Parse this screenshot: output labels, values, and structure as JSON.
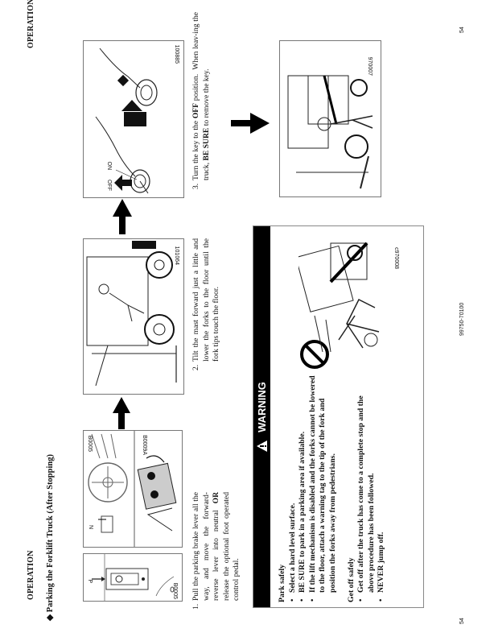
{
  "header": {
    "left": "OPERATION",
    "right": "OPERATION"
  },
  "section_title": "Parking the Forklift Truck (After Stopping)",
  "figures": {
    "fig1": {
      "label": "B0005",
      "lever_label": "P"
    },
    "fig2_top": {
      "label": "B0005",
      "lever_label": "N"
    },
    "fig2_bottom": {
      "label": "B0009A"
    },
    "fig3": {
      "label": "101064"
    },
    "fig4": {
      "label": "100885",
      "off_label": "OFF",
      "on_label": "ON"
    },
    "fig5": {
      "label": "970007"
    },
    "warning_fig": {
      "label": "c970008"
    }
  },
  "steps": [
    {
      "num": "1.",
      "text_html": "Pull the parking brake lever all the way, and move the forward-reverse lever into neutral <b>OR</b> release the optional foot operated control pedal."
    },
    {
      "num": "2.",
      "text_html": "Tilt the mast forward just a little and lower the forks to the floor until the fork tips touch the floor."
    },
    {
      "num": "3.",
      "text_html": "Turn the key to the <b>OFF</b> position.&nbsp; When leav-ing the truck, <b>BE SURE</b> to remove the key."
    }
  ],
  "warning": {
    "title": "WARNING",
    "park_heading": "Park safely",
    "park_items": [
      "Select a hard level surface.",
      "BE SURE to park in a parking area if available.",
      "If the lift mechanism is disabled and the forks cannot be lowered to the floor, attach a warning tag to the tip of the fork and position the forks away from pedestrians."
    ],
    "getoff_heading": "Get off safely",
    "getoff_items": [
      "Get off after the truck has come to a complete stop and the above procedure has been followed.",
      "NEVER jump off."
    ]
  },
  "footer": {
    "page_left": "54",
    "doc_number": "99750-70100",
    "page_right": "54"
  }
}
